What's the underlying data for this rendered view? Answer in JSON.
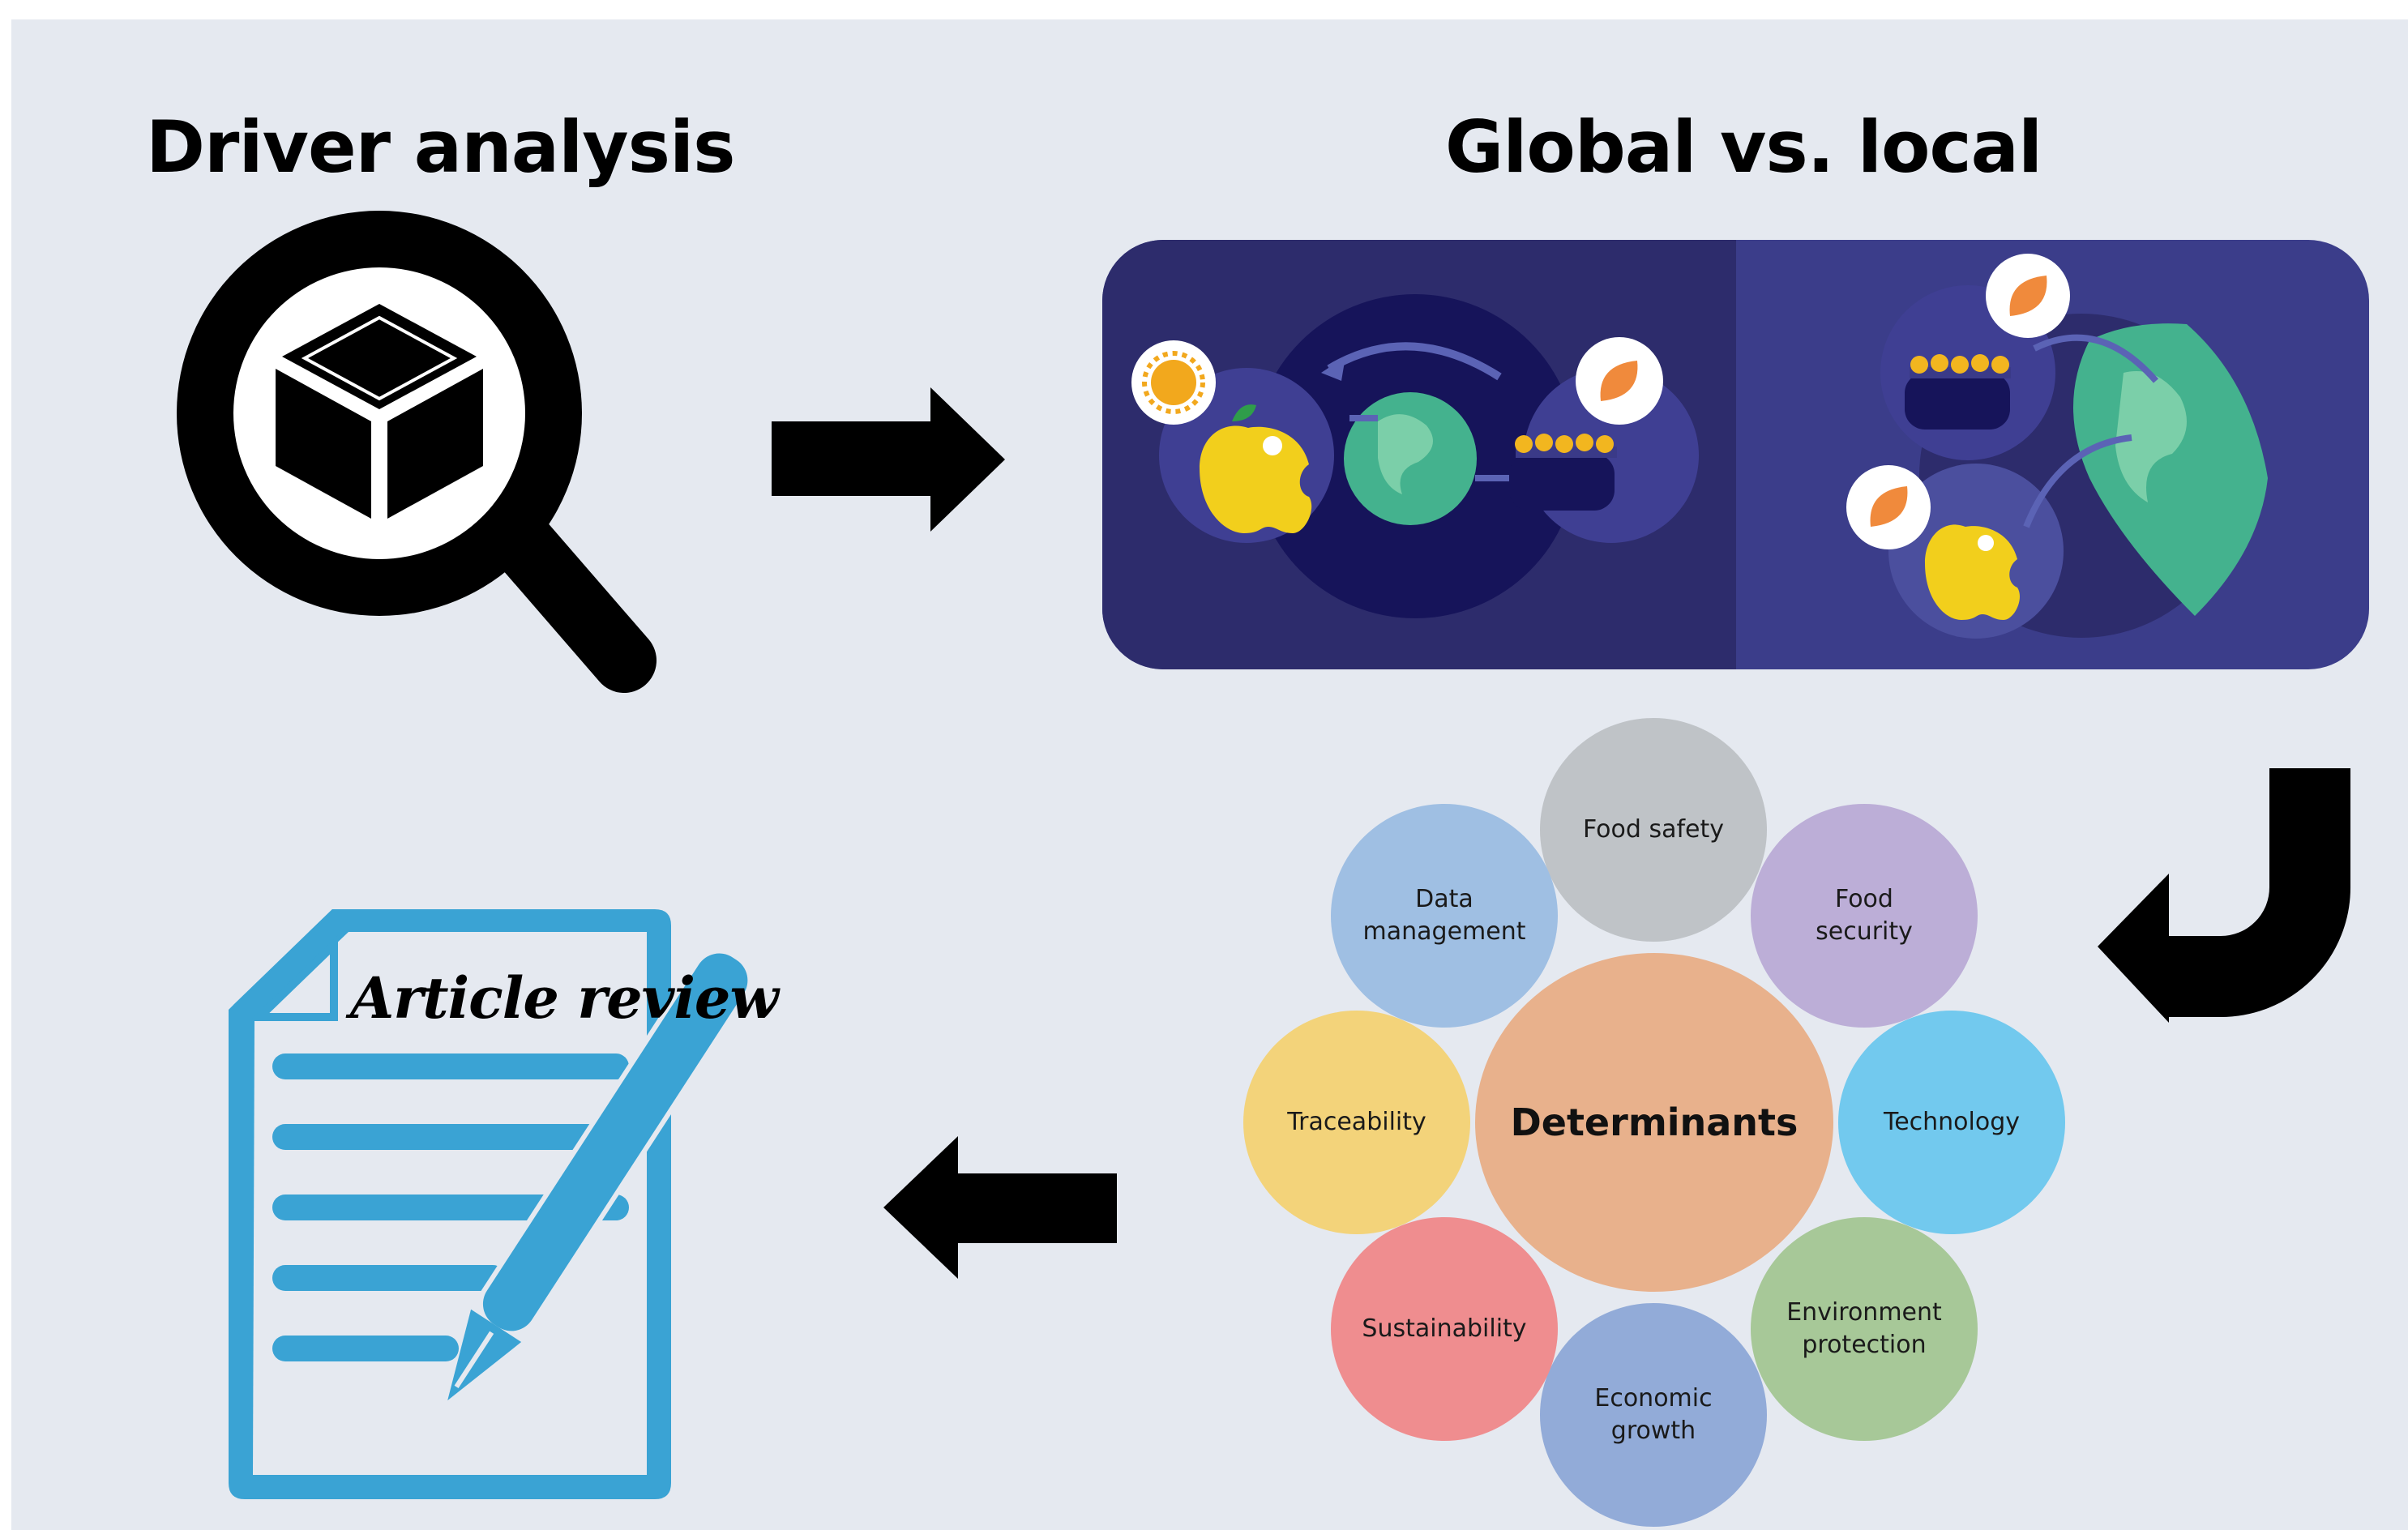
{
  "headings": {
    "driver_analysis": "Driver analysis",
    "global_vs_local": "Global vs. local"
  },
  "article": {
    "label": "Article review"
  },
  "determinants": {
    "center": "Determinants",
    "items": [
      {
        "label": "Food safety",
        "color": "#bfc3c7"
      },
      {
        "label": "Food\nsecurity",
        "color": "#bcaed7"
      },
      {
        "label": "Technology",
        "color": "#72c9ee"
      },
      {
        "label": "Environment\nprotection",
        "color": "#a7c898"
      },
      {
        "label": "Economic\ngrowth",
        "color": "#92abd8"
      },
      {
        "label": "Sustainability",
        "color": "#ef8d8f"
      },
      {
        "label": "Traceability",
        "color": "#f3d37a"
      },
      {
        "label": "Data\nmanagement",
        "color": "#9fbfe3"
      }
    ],
    "center_color": "#e8b18c"
  },
  "icons": {
    "magnifier": "magnifier-cube-icon",
    "global_local": "global-local-food-illustration",
    "document": "document-pencil-icon"
  },
  "colors": {
    "background": "#e5e9f0",
    "navy_dark": "#2c2b6e",
    "navy_light": "#3b3d8a",
    "document_blue": "#3aa3d4"
  }
}
